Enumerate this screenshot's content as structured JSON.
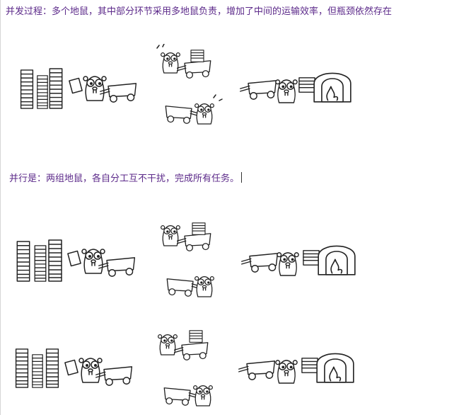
{
  "captions": {
    "concurrent": "并发过程：多个地鼠，其中部分环节采用多地鼠负责，增加了中间的运输效率，但瓶颈依然存在",
    "parallel": "并行是：两组地鼠，各自分工互不干扰，完成所有任务。"
  },
  "illustrations": {
    "items": [
      "book-stacks",
      "gopher",
      "cart",
      "furnace"
    ]
  }
}
